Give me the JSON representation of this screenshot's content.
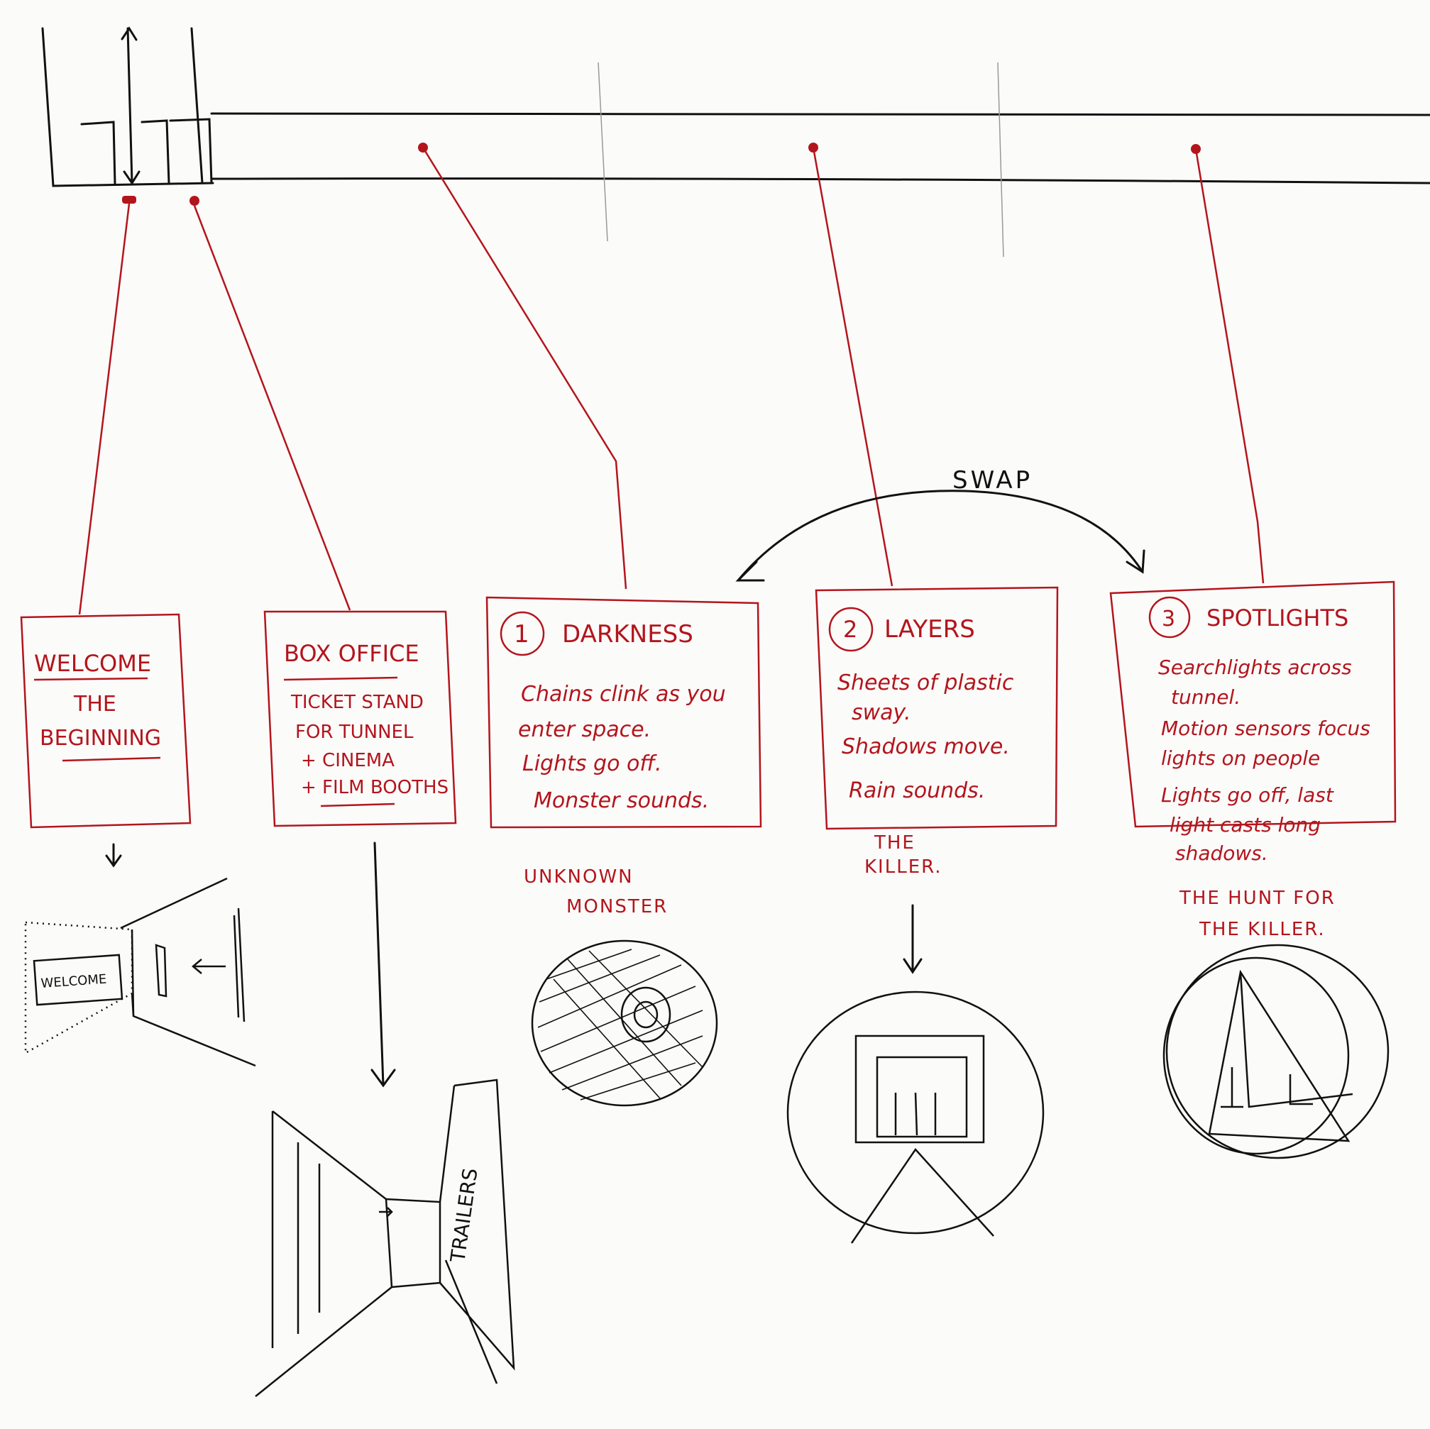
{
  "colors": {
    "ink": "#111111",
    "red_pen": "#b3151c",
    "paper": "#fbfbfa"
  },
  "stages": [
    {
      "id": "welcome",
      "title": "WELCOME",
      "lines": [
        "THE",
        "BEGINNING"
      ],
      "sketch_text": "WELCOME"
    },
    {
      "id": "box-office",
      "title": "BOX OFFICE",
      "lines": [
        "TICKET STAND",
        "FOR TUNNEL",
        "+ CINEMA",
        "+ FILM BOOTHS"
      ],
      "sketch_text": "TRAILERS"
    },
    {
      "id": "darkness",
      "number": "1",
      "title": "DARKNESS",
      "lines": [
        "Chains clink as you",
        "enter space.",
        "Lights go off.",
        "Monster sounds."
      ],
      "caption": [
        "UNKNOWN",
        "MONSTER"
      ]
    },
    {
      "id": "layers",
      "number": "2",
      "title": "LAYERS",
      "lines": [
        "Sheets of plastic",
        "sway.",
        "Shadows move.",
        "Rain sounds."
      ],
      "caption": [
        "THE",
        "KILLER."
      ]
    },
    {
      "id": "spotlights",
      "number": "3",
      "title": "SPOTLIGHTS",
      "lines": [
        "Searchlights across",
        "tunnel.",
        "Motion sensors focus",
        "lights on people",
        "Lights go off, last",
        "light casts long",
        "shadows."
      ],
      "caption": [
        "THE HUNT FOR",
        "THE KILLER."
      ]
    }
  ],
  "swap_label": "SWAP"
}
